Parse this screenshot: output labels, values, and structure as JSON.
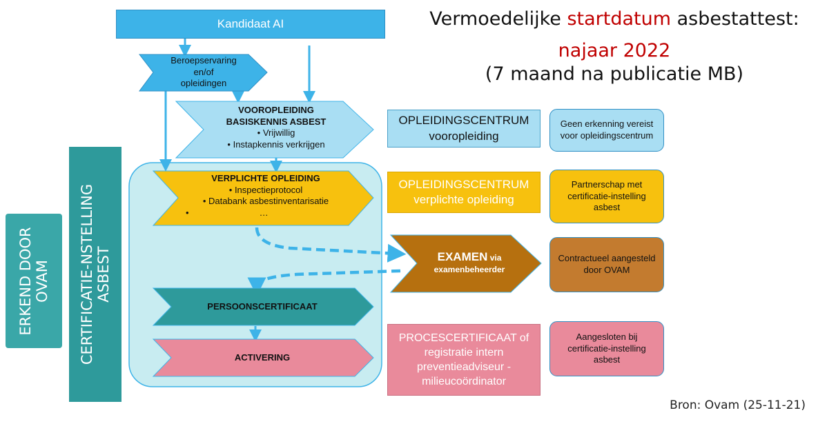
{
  "top_bar": {
    "label": "Kandidaat AI"
  },
  "title": {
    "line1_prefix": "Vermoedelijke ",
    "line1_highlight": "startdatum",
    "line1_suffix": " asbestattest:",
    "line2": "najaar 2022",
    "line3": "(7 maand na publicatie MB)"
  },
  "vertical_labels": {
    "certificatie": "CERTIFICATIE-NSTELLING\nASBEST",
    "erkend": "ERKEND DOOR\nOVAM"
  },
  "steps": {
    "beroep": {
      "lines": [
        "Beroepservaring",
        "en/of",
        "opleidingen"
      ]
    },
    "vooropleiding": {
      "title_1": "VOOROPLEIDING",
      "title_2": "BASISKENNIS ASBEST",
      "bullets": [
        "Vrijwillig",
        "Instapkennis verkrijgen"
      ]
    },
    "verplicht": {
      "title": "VERPLICHTE OPLEIDING",
      "bullets": [
        "Inspectieprotocol",
        "Databank asbestinventarisatie",
        "…"
      ]
    },
    "examen": {
      "title": "EXAMEN",
      "suffix": " via",
      "sub": "examenbeheerder"
    },
    "persoon": {
      "title": "PERSOONSCERTIFICAAT"
    },
    "activering": {
      "title": "ACTIVERING"
    }
  },
  "mid_boxes": {
    "oc1": {
      "line1": "OPLEIDINGSCENTRUM",
      "line2": "vooropleiding"
    },
    "oc2": {
      "line1": "OPLEIDINGSCENTRUM",
      "line2": "verplichte opleiding"
    },
    "proc": {
      "lines": [
        "PROCESCERTIFICAAT of",
        "registratie intern",
        "preventieadviseur -",
        "milieucoördinator"
      ]
    }
  },
  "right_boxes": {
    "r1": "Geen erkenning vereist voor opleidingscentrum",
    "r2": "Partnerschap met certificatie-instelling asbest",
    "r3": "Contractueel aangesteld door OVAM",
    "r4": "Aangesloten bij certificatie-instelling asbest"
  },
  "source": "Bron: Ovam (25-11-21)",
  "colors": {
    "blue": "#3db3e8",
    "light_blue": "#a9def3",
    "yellow": "#f7c10e",
    "brown": "#b6700f",
    "teal": "#2e9a9b",
    "pink": "#e98a9b",
    "red": "#c00000"
  }
}
